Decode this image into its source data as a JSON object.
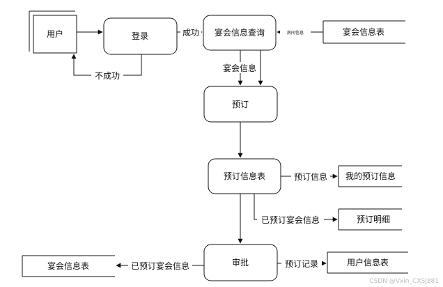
{
  "nodes": {
    "user": "用户",
    "login": "登录",
    "banquet_query": "宴会信息查询",
    "banquet_table_top": "宴会信息表",
    "booking": "预订",
    "booking_table": "预订信息表",
    "my_booking": "我的预订信息",
    "booking_detail": "预订明细",
    "approval": "审批",
    "banquet_table_bottom": "宴会信息表",
    "user_table": "用户信息表"
  },
  "edges": {
    "success": "成功",
    "fail": "不成功",
    "room_info": "房间信息",
    "banquet_info": "宴会信息",
    "booking_info": "预订信息",
    "booked_banquet_info_1": "已预订宴会信息",
    "booked_banquet_info_2": "已预订宴会信息",
    "booking_record": "预订记录"
  },
  "watermark": "CSDN @Vxin_CXSJ881"
}
